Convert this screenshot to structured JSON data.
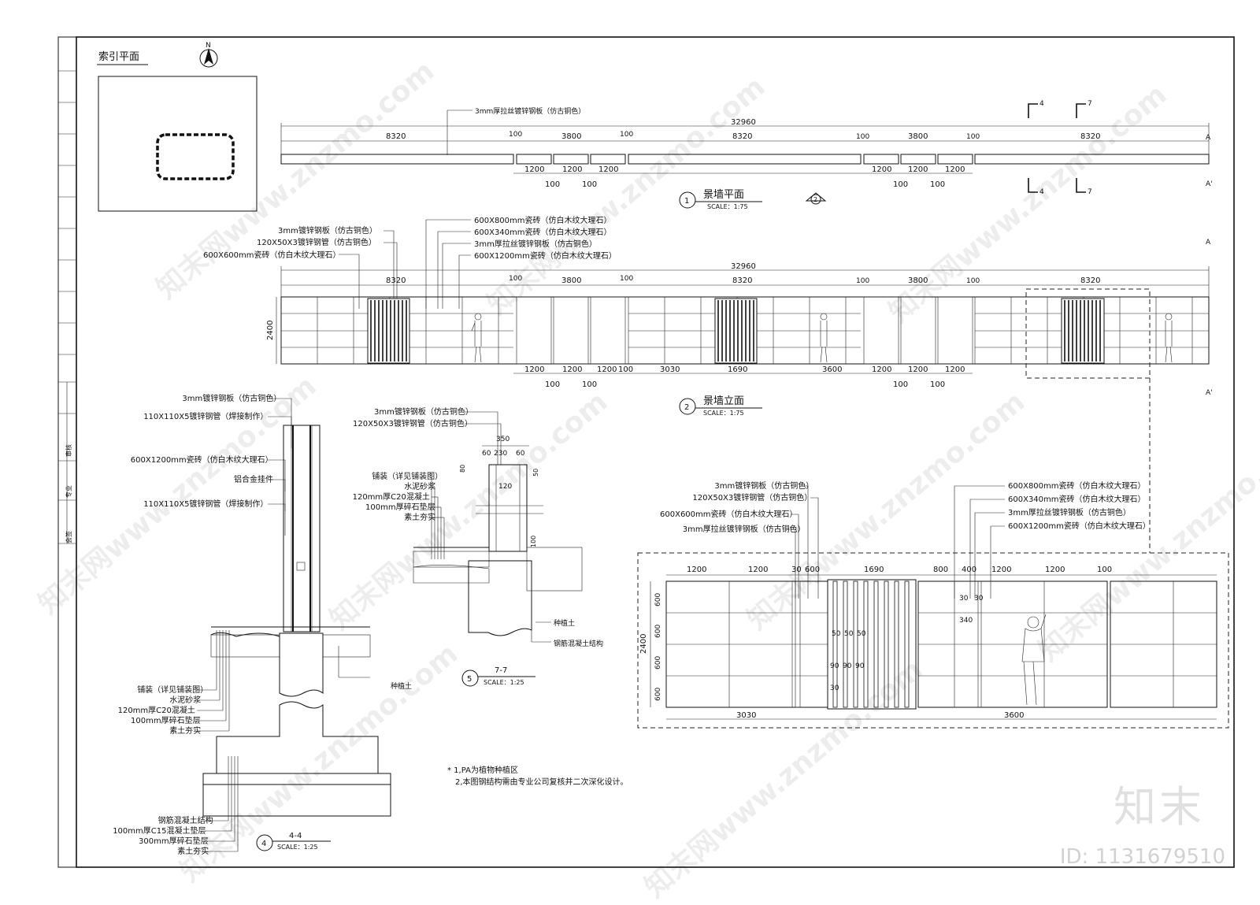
{
  "index_plan": {
    "title": "索引平面",
    "north": "N"
  },
  "plan": {
    "top_note": "3mm厚拉丝镀锌钢板（仿古铜色）",
    "total": "32960",
    "segments": [
      "8320",
      "100",
      "3800",
      "100",
      "8320",
      "100",
      "3800",
      "100",
      "8320"
    ],
    "sub_top": [
      "1200",
      "1200",
      "1200",
      "1200",
      "1200",
      "1200"
    ],
    "sub_bottom": [
      "100",
      "100",
      "100",
      "100"
    ],
    "section_marks": [
      "4",
      "7",
      "4",
      "7"
    ],
    "axis_marks": [
      "A",
      "A'"
    ],
    "title": "景墙平面",
    "num": "1",
    "scale": "SCALE：1:75",
    "ref_num": "2"
  },
  "elev": {
    "labels_left": [
      "3mm镀锌钢板（仿古铜色）",
      "120X50X3镀锌钢管（仿古铜色）",
      "600X600mm瓷砖（仿白木纹大理石）"
    ],
    "labels_right": [
      "600X800mm瓷砖（仿白木纹大理石）",
      "600X340mm瓷砖（仿白木纹大理石）",
      "3mm厚拉丝镀锌钢板（仿古铜色）",
      "600X1200mm瓷砖（仿白木纹大理石）"
    ],
    "total": "32960",
    "height": "2400",
    "segments": [
      "8320",
      "100",
      "3800",
      "100",
      "8320",
      "100",
      "3800",
      "100",
      "8320"
    ],
    "bottom_dims": [
      "1200",
      "1200",
      "1200",
      "100",
      "3030",
      "1690",
      "3600",
      "1200",
      "1200",
      "1200"
    ],
    "bottom_sub": [
      "100",
      "100",
      "100",
      "100"
    ],
    "title": "景墙立面",
    "num": "2",
    "scale": "SCALE：1:75",
    "axis_marks": [
      "A",
      "A'"
    ]
  },
  "sec44": {
    "labels_top": [
      "3mm镀锌钢板（仿古铜色）",
      "110X110X5镀锌钢管（焊接制作）",
      "600X1200mm瓷砖（仿白木纹大理石）",
      "铝合金挂件",
      "110X110X5镀锌钢管（焊接制作）"
    ],
    "labels_bottom": [
      "铺装（详见铺装图）",
      "水泥砂浆",
      "120mm厚C20混凝土",
      "100mm厚碎石垫层",
      "素土夯实"
    ],
    "labels_found": [
      "钢筋混凝土结构",
      "100mm厚C15混凝土垫层",
      "300mm厚碎石垫层",
      "素土夯实"
    ],
    "soil": "种植土",
    "title": "4-4",
    "num": "4",
    "scale": "SCALE：1:25"
  },
  "sec77": {
    "labels": [
      "3mm镀锌钢板（仿古铜色）",
      "120X50X3镀锌钢管（仿古铜色）"
    ],
    "labels_mid": [
      "铺装（详见铺装图）",
      "水泥砂浆",
      "120mm厚C20混凝土",
      "100mm厚碎石垫层",
      "素土夯实"
    ],
    "dims": [
      "350",
      "60",
      "230",
      "60",
      "80",
      "50",
      "120",
      "100"
    ],
    "soil": "种植土",
    "rc": "钢筋混凝土结构",
    "title": "7-7",
    "num": "5",
    "scale": "SCALE：1:25"
  },
  "notes": [
    "*  1,PA为植物种植区",
    "2,本图钢结构需由专业公司复核并二次深化设计。"
  ],
  "detail": {
    "labels_left": [
      "3mm镀锌钢板（仿古铜色）",
      "120X50X3镀锌钢管（仿古铜色）",
      "600X600mm瓷砖（仿白木纹大理石）",
      "3mm厚拉丝镀锌钢板（仿古铜色）"
    ],
    "labels_right": [
      "600X800mm瓷砖（仿白木纹大理石）",
      "600X340mm瓷砖（仿白木纹大理石）",
      "3mm厚拉丝镀锌钢板（仿古铜色）",
      "600X1200mm瓷砖（仿白木纹大理石）"
    ],
    "top_dims": [
      "1200",
      "1200",
      "30",
      "600",
      "1690",
      "800",
      "400",
      "1200",
      "1200",
      "100"
    ],
    "left_dims": [
      "600",
      "600",
      "600",
      "600"
    ],
    "height": "2400",
    "inner": [
      "50",
      "50",
      "50",
      "90",
      "90",
      "90",
      "30",
      "30",
      "340",
      "30"
    ],
    "bottom_dims": [
      "3030",
      "3600"
    ]
  },
  "titleblock": [
    "会签",
    "专业",
    "审核"
  ],
  "watermark": "知末网www.znzmo.com",
  "logo": "知末",
  "id_text": "ID: 1131679510"
}
